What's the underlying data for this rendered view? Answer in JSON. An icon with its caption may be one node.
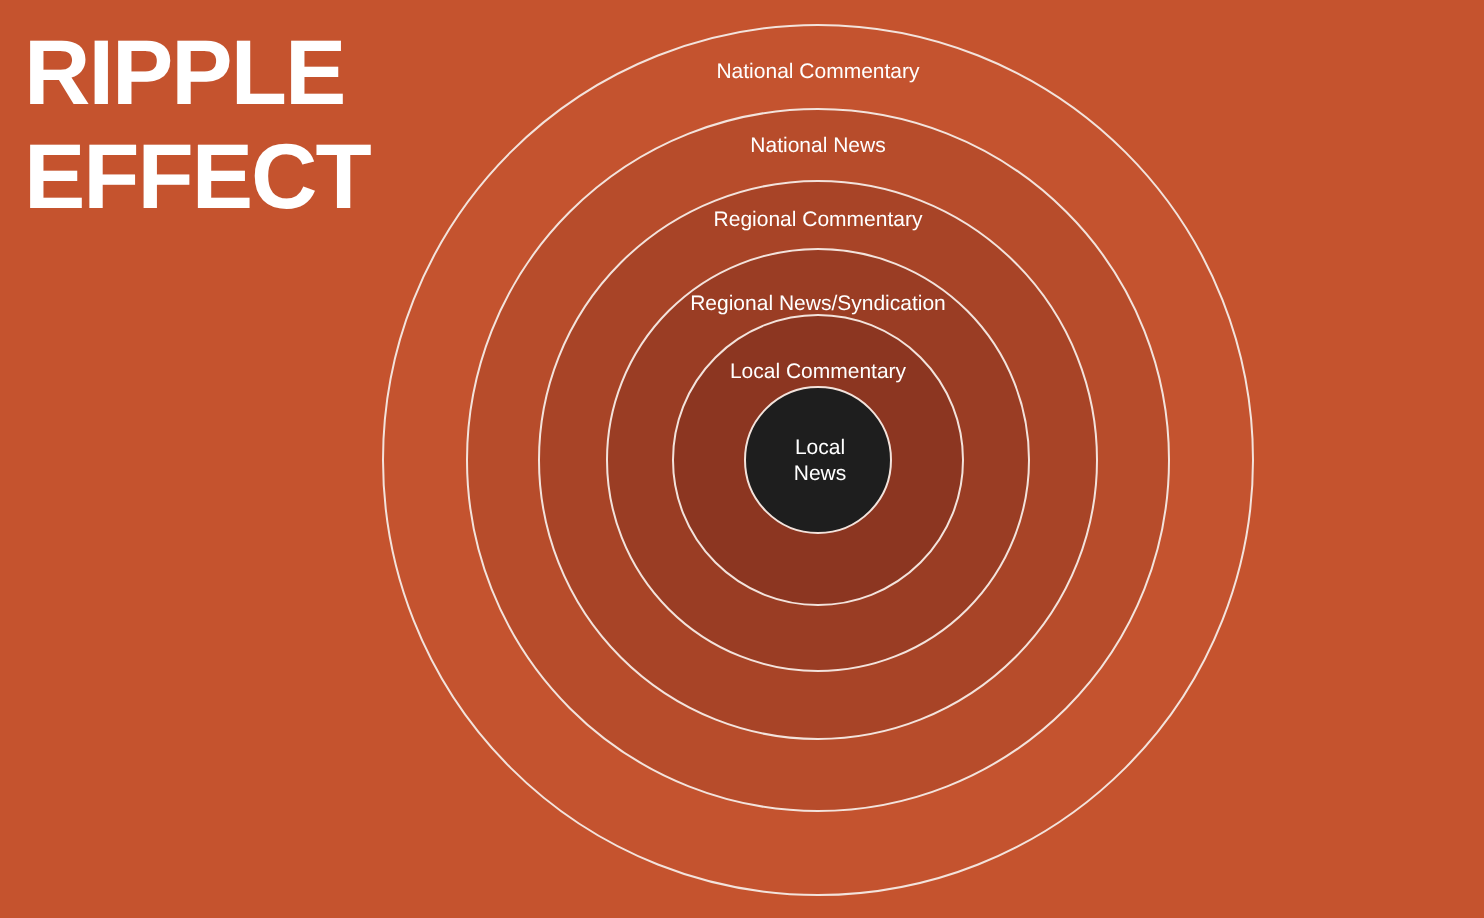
{
  "diagram": {
    "title": "RIPPLE EFFECT",
    "nodes": [
      {
        "text": [
          "National Commentary"
        ]
      },
      {
        "text": [
          "National News"
        ],
        "in": 0
      },
      {
        "text": [
          "Regional Commentary"
        ],
        "in": 1
      },
      {
        "text": [
          "Regional News/Syndication"
        ],
        "in": 2
      },
      {
        "text": [
          "Local Commentary"
        ],
        "in": 3
      },
      {
        "text": [
          "Local News"
        ],
        "in": 4
      }
    ]
  }
}
